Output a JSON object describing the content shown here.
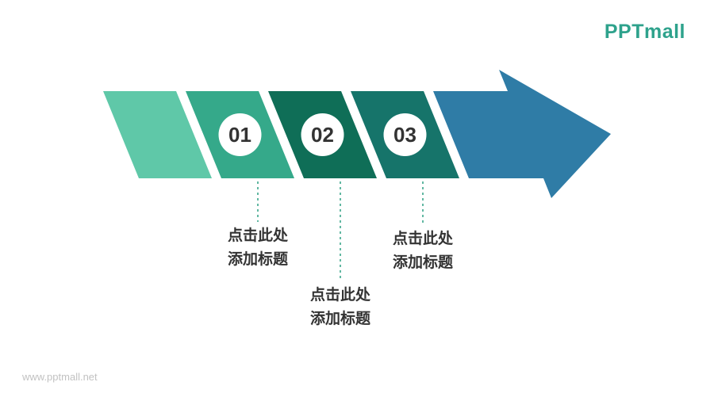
{
  "page": {
    "logo": "PPTmall",
    "footer_url": "www.pptmall.net"
  },
  "diagram": {
    "intro_color": "#5fc8a8",
    "arrow_color": "#2f7ca6",
    "connector_color": "#2fa183",
    "circle_color": "#ffffff",
    "steps": [
      {
        "number": "01",
        "color": "#35a98a",
        "caption_line1": "点击此处",
        "caption_line2": "添加标题"
      },
      {
        "number": "02",
        "color": "#0f6e57",
        "caption_line1": "点击此处",
        "caption_line2": "添加标题"
      },
      {
        "number": "03",
        "color": "#16746a",
        "caption_line1": "点击此处",
        "caption_line2": "添加标题"
      }
    ]
  }
}
